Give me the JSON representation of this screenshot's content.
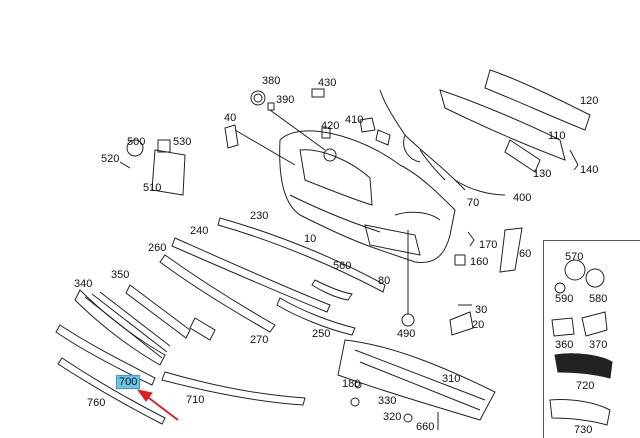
{
  "diagram": {
    "highlight_color": "#6cc4e8",
    "arrow_color": "#e02020",
    "highlighted_part": "700",
    "callouts": [
      "380",
      "430",
      "390",
      "40",
      "420",
      "410",
      "500",
      "530",
      "520",
      "510",
      "230",
      "240",
      "10",
      "260",
      "350",
      "340",
      "560",
      "80",
      "270",
      "250",
      "700",
      "760",
      "710",
      "180",
      "330",
      "320",
      "660",
      "310",
      "490",
      "30",
      "20",
      "170",
      "160",
      "60",
      "120",
      "110",
      "130",
      "140",
      "70",
      "400",
      "570",
      "590",
      "580",
      "360",
      "370",
      "720",
      "730"
    ]
  }
}
